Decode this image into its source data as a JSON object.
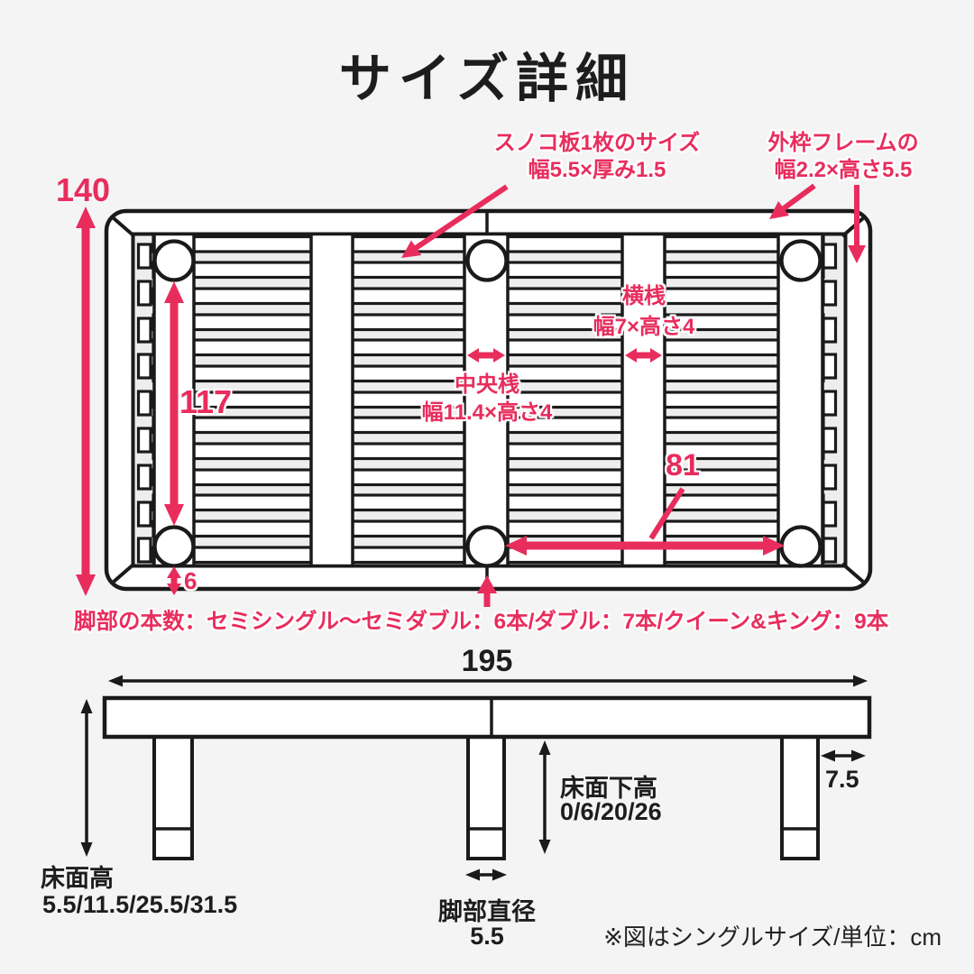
{
  "title": "サイズ詳細",
  "colors": {
    "accent_pink": "#e82d5d",
    "line_black": "#1a1a1a",
    "background": "#f4f4f5"
  },
  "top_view": {
    "overall_width": "140",
    "slat_span": "117",
    "leg_span": "81",
    "leg_edge_gap": "6",
    "slat_label_line1": "スノコ板1枚のサイズ",
    "slat_label_line2": "幅5.5×厚み1.5",
    "outer_frame_label_line1": "外枠フレームの",
    "outer_frame_label_line2": "幅2.2×高さ5.5",
    "cross_rail_label_line1": "横桟",
    "cross_rail_label_line2": "幅7×高さ4",
    "center_rail_label_line1": "中央桟",
    "center_rail_label_line2": "幅11.4×高さ4",
    "legs_note": "脚部の本数：セミシングル〜セミダブル：6本/ダブル：7本/クイーン&キング：9本"
  },
  "side_view": {
    "length": "195",
    "frame_overhang": "7.5",
    "floor_height_label": "床面高",
    "floor_height_values": "5.5/11.5/25.5/31.5",
    "under_floor_label": "床面下高",
    "under_floor_values": "0/6/20/26",
    "leg_diameter_label": "脚部直径",
    "leg_diameter_value": "5.5",
    "note": "※図はシングルサイズ/単位：cm"
  }
}
